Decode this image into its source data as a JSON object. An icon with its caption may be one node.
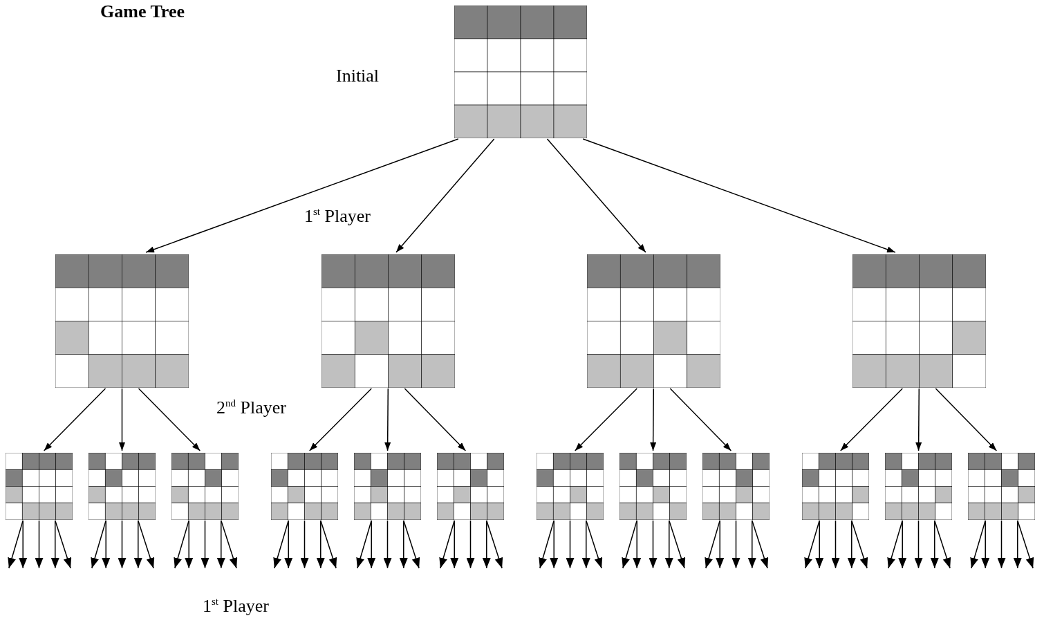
{
  "diagram": {
    "title": "Game Tree",
    "nodes": [
      {
        "text": [],
        "shape": "picture"
      },
      {
        "text": [],
        "shape": "picture"
      },
      {
        "text": [],
        "shape": "picture"
      },
      {
        "text": [],
        "shape": "picture"
      },
      {
        "text": [],
        "shape": "picture"
      },
      {
        "text": [],
        "shape": "picture"
      },
      {
        "text": [],
        "shape": "picture"
      },
      {
        "text": [],
        "shape": "picture"
      },
      {
        "text": [],
        "shape": "picture"
      },
      {
        "text": [],
        "shape": "picture"
      },
      {
        "text": [],
        "shape": "picture"
      },
      {
        "text": [],
        "shape": "picture"
      },
      {
        "text": [],
        "shape": "picture"
      },
      {
        "text": [],
        "shape": "picture"
      },
      {
        "text": [],
        "shape": "picture"
      },
      {
        "text": [],
        "shape": "picture"
      },
      {
        "text": [],
        "shape": "picture"
      }
    ],
    "edges": [
      {
        "from": 0,
        "to": 1,
        "arrow": "to"
      },
      {
        "from": 0,
        "to": 2,
        "arrow": "to"
      },
      {
        "from": 0,
        "to": 3,
        "arrow": "to"
      },
      {
        "from": 0,
        "to": 4,
        "arrow": "to"
      },
      {
        "from": 1,
        "to": 5,
        "arrow": "to"
      },
      {
        "from": 1,
        "to": 6,
        "arrow": "to"
      },
      {
        "from": 1,
        "to": 7,
        "arrow": "to"
      },
      {
        "from": 2,
        "to": 8,
        "arrow": "to"
      },
      {
        "from": 2,
        "to": 9,
        "arrow": "to"
      },
      {
        "from": 2,
        "to": 10,
        "arrow": "to"
      },
      {
        "from": 3,
        "to": 11,
        "arrow": "to"
      },
      {
        "from": 3,
        "to": 12,
        "arrow": "to"
      },
      {
        "from": 3,
        "to": 13,
        "arrow": "to"
      },
      {
        "from": 4,
        "to": 14,
        "arrow": "to"
      },
      {
        "from": 4,
        "to": 15,
        "arrow": "to"
      },
      {
        "from": 4,
        "to": 16,
        "arrow": "to"
      },
      {
        "from": 5,
        "to": null,
        "arrow": "to"
      },
      {
        "from": 5,
        "to": null,
        "arrow": "to"
      },
      {
        "from": 5,
        "to": null,
        "arrow": "to"
      },
      {
        "from": 5,
        "to": null,
        "arrow": "to"
      },
      {
        "from": 5,
        "to": null,
        "arrow": "to"
      },
      {
        "from": 6,
        "to": null,
        "arrow": "to"
      },
      {
        "from": 6,
        "to": null,
        "arrow": "to"
      },
      {
        "from": 6,
        "to": null,
        "arrow": "to"
      },
      {
        "from": 6,
        "to": null,
        "arrow": "to"
      },
      {
        "from": 6,
        "to": null,
        "arrow": "to"
      },
      {
        "from": 7,
        "to": null,
        "arrow": "to"
      },
      {
        "from": 7,
        "to": null,
        "arrow": "to"
      },
      {
        "from": 7,
        "to": null,
        "arrow": "to"
      },
      {
        "from": 7,
        "to": null,
        "arrow": "to"
      },
      {
        "from": 7,
        "to": null,
        "arrow": "to"
      },
      {
        "from": 8,
        "to": null,
        "arrow": "to"
      },
      {
        "from": 8,
        "to": null,
        "arrow": "to"
      },
      {
        "from": 8,
        "to": null,
        "arrow": "to"
      },
      {
        "from": 8,
        "to": null,
        "arrow": "to"
      },
      {
        "from": 8,
        "to": null,
        "arrow": "to"
      },
      {
        "from": 9,
        "to": null,
        "arrow": "to"
      },
      {
        "from": 9,
        "to": null,
        "arrow": "to"
      },
      {
        "from": 9,
        "to": null,
        "arrow": "to"
      },
      {
        "from": 9,
        "to": null,
        "arrow": "to"
      },
      {
        "from": 9,
        "to": null,
        "arrow": "to"
      },
      {
        "from": 10,
        "to": null,
        "arrow": "to"
      },
      {
        "from": 10,
        "to": null,
        "arrow": "to"
      },
      {
        "from": 10,
        "to": null,
        "arrow": "to"
      },
      {
        "from": 10,
        "to": null,
        "arrow": "to"
      },
      {
        "from": 10,
        "to": null,
        "arrow": "to"
      },
      {
        "from": 11,
        "to": null,
        "arrow": "to"
      },
      {
        "from": 11,
        "to": null,
        "arrow": "to"
      },
      {
        "from": 11,
        "to": null,
        "arrow": "to"
      },
      {
        "from": 11,
        "to": null,
        "arrow": "to"
      },
      {
        "from": 11,
        "to": null,
        "arrow": "to"
      },
      {
        "from": 12,
        "to": null,
        "arrow": "to"
      },
      {
        "from": 12,
        "to": null,
        "arrow": "to"
      },
      {
        "from": 12,
        "to": null,
        "arrow": "to"
      },
      {
        "from": 12,
        "to": null,
        "arrow": "to"
      },
      {
        "from": 12,
        "to": null,
        "arrow": "to"
      },
      {
        "from": 13,
        "to": null,
        "arrow": "to"
      },
      {
        "from": 13,
        "to": null,
        "arrow": "to"
      },
      {
        "from": 13,
        "to": null,
        "arrow": "to"
      },
      {
        "from": 13,
        "to": null,
        "arrow": "to"
      },
      {
        "from": 13,
        "to": null,
        "arrow": "to"
      },
      {
        "from": 14,
        "to": null,
        "arrow": "to"
      },
      {
        "from": 14,
        "to": null,
        "arrow": "to"
      },
      {
        "from": 14,
        "to": null,
        "arrow": "to"
      },
      {
        "from": 14,
        "to": null,
        "arrow": "to"
      },
      {
        "from": 14,
        "to": null,
        "arrow": "to"
      },
      {
        "from": 15,
        "to": null,
        "arrow": "to"
      },
      {
        "from": 15,
        "to": null,
        "arrow": "to"
      },
      {
        "from": 15,
        "to": null,
        "arrow": "to"
      },
      {
        "from": 15,
        "to": null,
        "arrow": "to"
      },
      {
        "from": 15,
        "to": null,
        "arrow": "to"
      },
      {
        "from": 16,
        "to": null,
        "arrow": "to"
      },
      {
        "from": 16,
        "to": null,
        "arrow": "to"
      },
      {
        "from": 16,
        "to": null,
        "arrow": "to"
      },
      {
        "from": 16,
        "to": null,
        "arrow": "to"
      },
      {
        "from": 16,
        "to": null,
        "arrow": "to"
      }
    ],
    "labels": [
      "Initial",
      "1$^{st}$ Player",
      "2$^{nd}$ Player",
      "1$^{st}$ Player"
    ]
  }
}
